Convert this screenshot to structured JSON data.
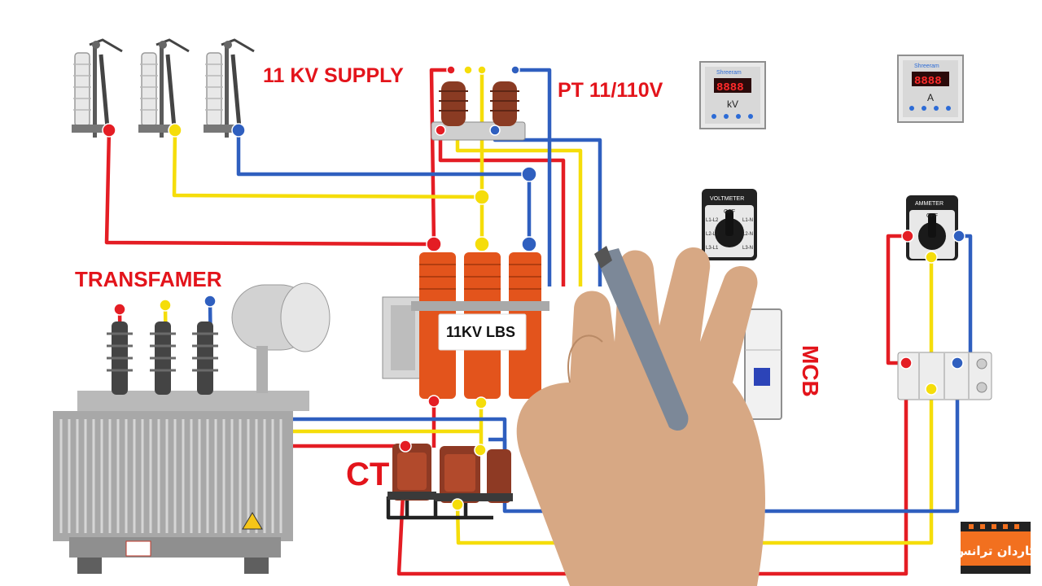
{
  "labels": {
    "supply": "11 KV SUPPLY",
    "pt": "PT 11/110V",
    "transformer": "TRANSFAMER",
    "lbs": "11KV LBS",
    "ct": "CT",
    "mcb": "MCB"
  },
  "meters": {
    "voltmeter": {
      "display": "8888",
      "unit": "kV",
      "brand": "Shreeram"
    },
    "ammeter": {
      "display": "8888",
      "unit": "A",
      "brand": "Shreeram"
    }
  },
  "switches": {
    "voltmeter_switch": {
      "title": "VOLTMETER",
      "pos": "OFF",
      "opts": [
        "L1-L2",
        "L2-L3",
        "L3-L1",
        "L1-N",
        "L2-N",
        "L3-N"
      ]
    },
    "ammeter_switch": {
      "title": "AMMETER",
      "pos": "OFF"
    }
  },
  "logo": {
    "text": "کاردان ترانس"
  },
  "colors": {
    "phase_r": "#e41d24",
    "phase_y": "#f5dd0a",
    "phase_b": "#2f5fbf",
    "neutral": "#222222",
    "lbs_orange": "#e3541c",
    "pt_brown": "#8a3b23",
    "ct_brown": "#8e3a24",
    "label_red": "#e3141b",
    "logo_orange": "#f2701f"
  },
  "icons": [
    "drop-out-fuse-icon",
    "potential-transformer-icon",
    "load-break-switch-icon",
    "current-transformer-icon",
    "power-transformer-icon",
    "digital-meter-icon",
    "selector-switch-icon",
    "mcb-icon",
    "terminal-block-icon",
    "hand-marker-icon"
  ]
}
